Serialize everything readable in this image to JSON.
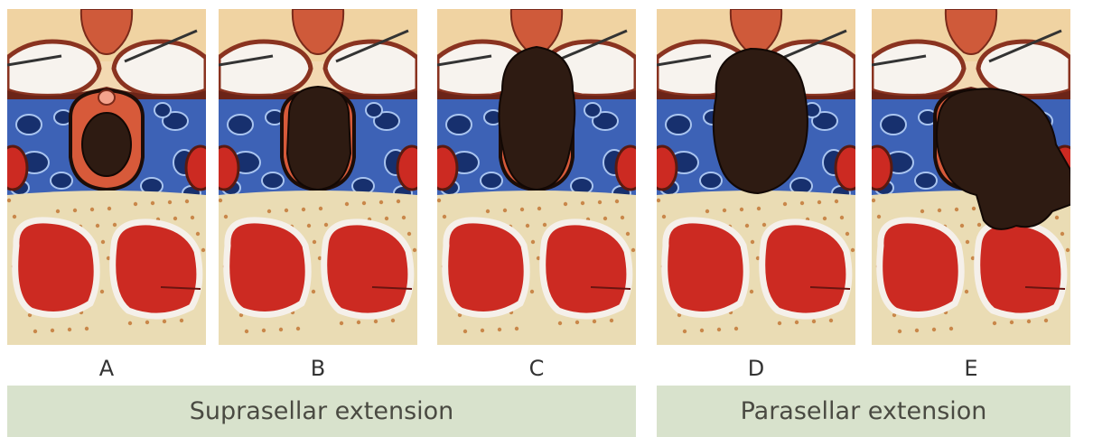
{
  "panels": [
    {
      "label": "A",
      "tumor": "intrasellar-small"
    },
    {
      "label": "B",
      "tumor": "sellar-filling"
    },
    {
      "label": "C",
      "tumor": "suprasellar"
    },
    {
      "label": "D",
      "tumor": "large-suprasellar"
    },
    {
      "label": "E",
      "tumor": "parasellar"
    }
  ],
  "groups": [
    {
      "title": "Suprasellar extension",
      "panels": [
        "A",
        "B",
        "C"
      ]
    },
    {
      "title": "Parasellar extension",
      "panels": [
        "D",
        "E"
      ]
    }
  ],
  "colors": {
    "band": "#d8e2cc",
    "tumor": "#2e1b12",
    "cavernous_sinus": "#3d62b6",
    "bone": "#eadcb4",
    "sinus_red": "#cc2a22",
    "pituitary": "#d75a3a"
  }
}
